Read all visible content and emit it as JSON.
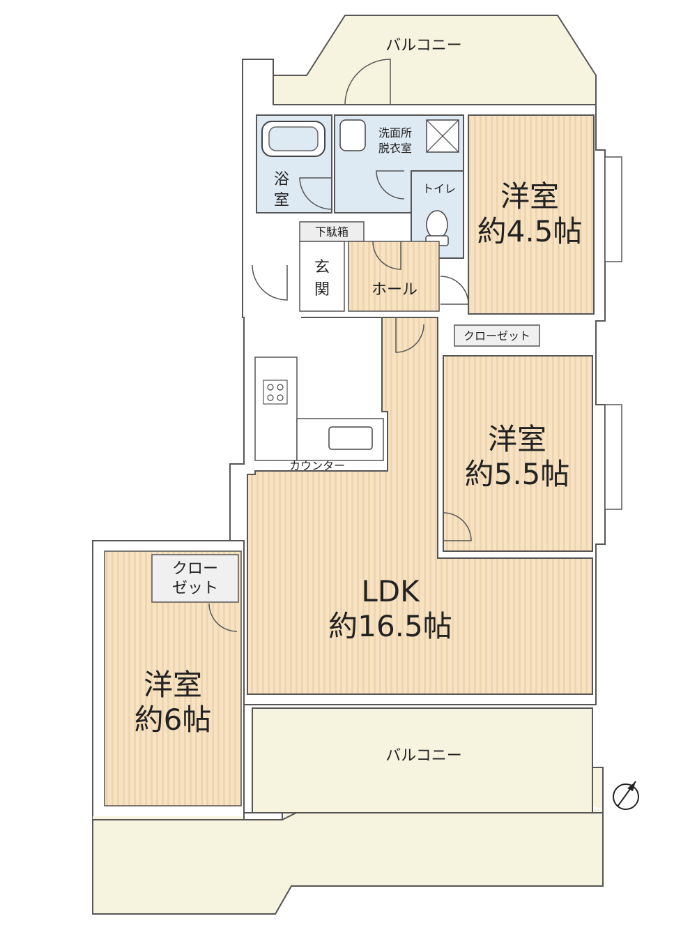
{
  "balcony_north": "バルコニー",
  "balcony_south": "バルコニー",
  "bath": {
    "line1": "浴",
    "line2": "室"
  },
  "washroom": {
    "line1": "洗面所",
    "line2": "脱衣室"
  },
  "toilet": "トイレ",
  "shoe_box": "下駄箱",
  "entrance": {
    "line1": "玄",
    "line2": "関"
  },
  "hall": "ホール",
  "room_a": {
    "name": "洋室",
    "size": "約4.5帖"
  },
  "closet_a": "クローゼット",
  "room_b": {
    "name": "洋室",
    "size": "約5.5帖"
  },
  "counter": "カウンター",
  "ldk": {
    "name": "LDK",
    "size": "約16.5帖"
  },
  "closet_c": {
    "line1": "クロー",
    "line2": "ゼット"
  },
  "room_c": {
    "name": "洋室",
    "size": "約6帖"
  },
  "colors": {
    "wall": "#ffffff",
    "wall_outline": "#555555",
    "floor_wood": "#f7e3c4",
    "floor_stripe": "#eccfa6",
    "tile": "#dde9f3",
    "balcony": "#f6f4de",
    "entry_floor": "#ffffff"
  },
  "icons": [
    "compass-icon",
    "stove-icon",
    "sink-icon",
    "toilet-icon",
    "bathtub-icon",
    "washing-machine-icon"
  ]
}
